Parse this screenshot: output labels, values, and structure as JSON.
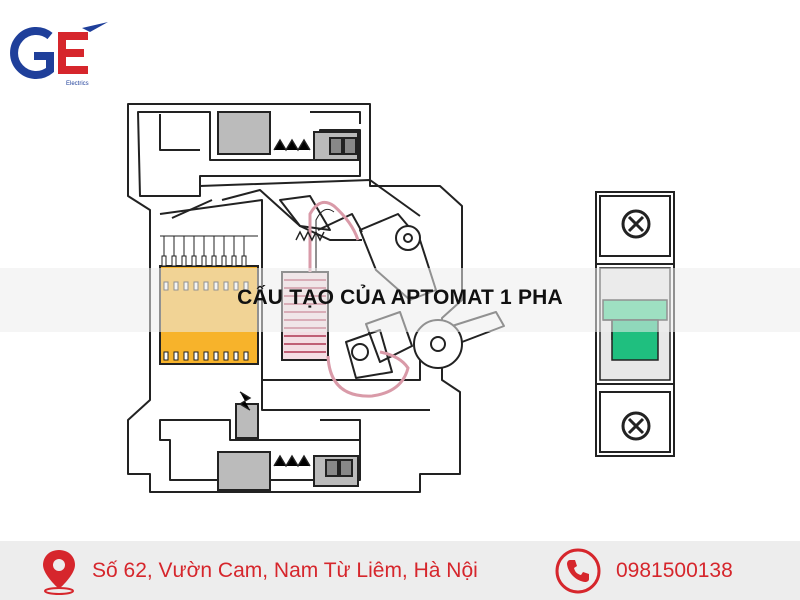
{
  "logo": {
    "text": "GE",
    "subtext": "Electrics"
  },
  "title": "CẤU TẠO CỦA APTOMAT 1 PHA",
  "footer": {
    "address": "Số 62, Vườn Cam, Nam Từ Liêm, Hà Nội",
    "phone": "0981500138",
    "address_icon": "location-pin-icon",
    "phone_icon": "phone-icon"
  },
  "colors": {
    "brand_red": "#d6262c",
    "brand_blue": "#1f3f9a",
    "arc_chute": "#f7b32b",
    "coil": "#d99aa8",
    "toggle": "#1fbf7f",
    "footer_bg": "#ededed"
  }
}
